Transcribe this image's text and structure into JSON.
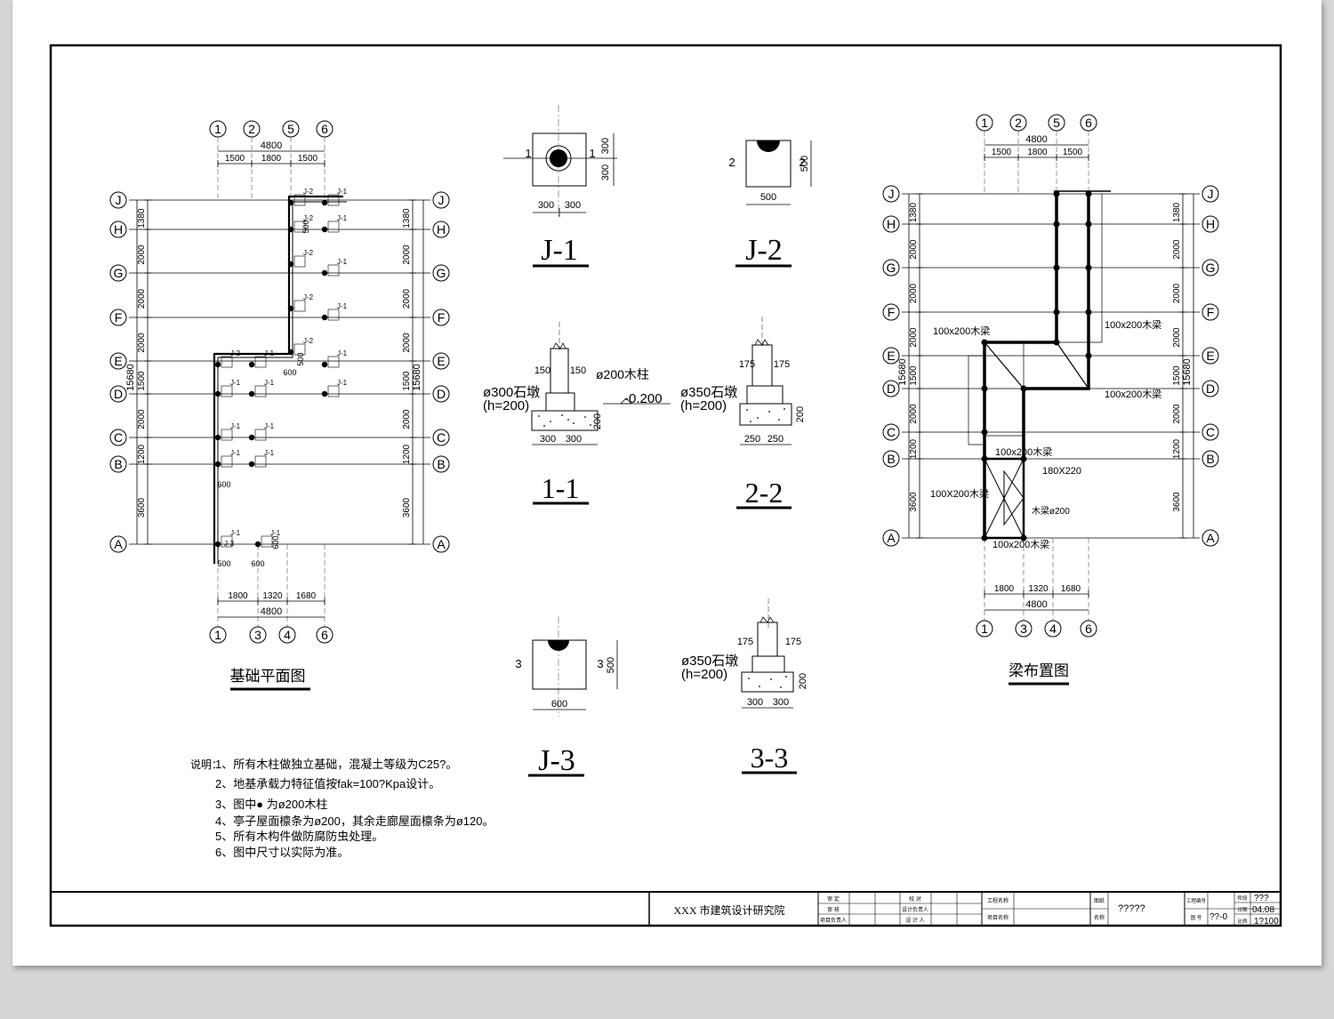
{
  "foundation_plan": {
    "title": "基础平面图",
    "top_axes": [
      "1",
      "2",
      "5",
      "6"
    ],
    "bottom_axes": [
      "1",
      "3",
      "4",
      "6"
    ],
    "row_axes": [
      "J",
      "H",
      "G",
      "F",
      "E",
      "D",
      "C",
      "B",
      "A"
    ],
    "top_total": "4800",
    "top_spans": [
      "1500",
      "1800",
      "1500"
    ],
    "bottom_spans": [
      "1800",
      "1320",
      "1680"
    ],
    "bottom_total": "4800",
    "row_spans": [
      "1380",
      "2000",
      "2000",
      "2000",
      "1500",
      "2000",
      "1200",
      "3600"
    ],
    "total_height": "15680",
    "tags": [
      "J-1",
      "J-2",
      "J-3"
    ],
    "dims": [
      "500",
      "600"
    ]
  },
  "details": {
    "j1": {
      "title": "J-1",
      "marks": [
        "1",
        "1"
      ],
      "dims": [
        "300",
        "300",
        "300",
        "300"
      ]
    },
    "j2": {
      "title": "J-2",
      "marks": [
        "2",
        "2"
      ],
      "dims": [
        "500",
        "500"
      ]
    },
    "j3": {
      "title": "J-3",
      "marks": [
        "3",
        "3"
      ],
      "dims": [
        "600",
        "500"
      ]
    }
  },
  "sections": {
    "s11": {
      "title": "1-1",
      "dims": [
        "150",
        "150",
        "300",
        "300",
        "200"
      ],
      "column": "ø200木柱",
      "pier": "ø300石墩",
      "pier_h": "(h=200)",
      "elev": "-0.200"
    },
    "s22": {
      "title": "2-2",
      "dims": [
        "175",
        "175",
        "250",
        "250",
        "200"
      ],
      "pier": "ø350石墩",
      "pier_h": "(h=200)"
    },
    "s33": {
      "title": "3-3",
      "dims": [
        "175",
        "175",
        "300",
        "300",
        "200"
      ],
      "pier": "ø350石墩",
      "pier_h": "(h=200)"
    }
  },
  "beam_plan": {
    "title": "梁布置图",
    "top_axes": [
      "1",
      "2",
      "5",
      "6"
    ],
    "bottom_axes": [
      "1",
      "3",
      "4",
      "6"
    ],
    "row_axes": [
      "J",
      "H",
      "G",
      "F",
      "E",
      "D",
      "C",
      "B",
      "A"
    ],
    "top_total": "4800",
    "top_spans": [
      "1500",
      "1800",
      "1500"
    ],
    "bottom_spans": [
      "1800",
      "1320",
      "1680"
    ],
    "bottom_total": "4800",
    "row_spans": [
      "1380",
      "2000",
      "2000",
      "2000",
      "1500",
      "2000",
      "1200",
      "3600"
    ],
    "total_height": "15680",
    "beam_labels": [
      "100x200木梁",
      "100x200木梁",
      "100x200木梁",
      "100x200木梁",
      "100X200木梁",
      "180X220",
      "木梁ø200",
      "100x200木梁"
    ]
  },
  "notes": {
    "prefix": "说明：",
    "items": [
      "1、所有木柱做独立基础，混凝土等级为C25?。",
      "2、地基承载力特征值按fak=100?Kpa设计。",
      "3、图中●  为ø200木柱",
      "4、亭子屋面檩条为ø200，其余走廊屋面檩条为ø120。",
      "5、所有木构件做防腐防虫处理。",
      "6、图中尺寸以实际为准。"
    ]
  },
  "title_block": {
    "institute": "XXX 市建筑设计研究院",
    "col1": [
      "审  定",
      "审  核",
      "项目负责人"
    ],
    "col2": [
      "校  对",
      "设计负责人",
      "设 计 人"
    ],
    "project_labels": [
      "工程名称",
      "项目名称"
    ],
    "drawing_name_label": "图纸",
    "name_label": "名称",
    "drawing_name": "?????",
    "right_labels": [
      "工程编号",
      "图    号"
    ],
    "drawing_no": "??-0",
    "right_values": [
      "???",
      "04.08",
      "1?100"
    ],
    "right_small_labels": [
      "阶段",
      "日期",
      "比例"
    ]
  }
}
